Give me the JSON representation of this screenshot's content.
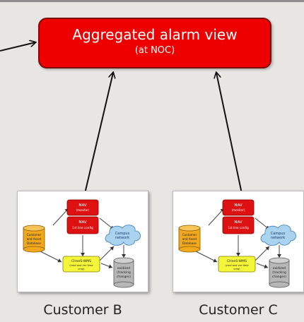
{
  "alarm_view": {
    "title": "Aggregated alarm view",
    "subtitle": "(at NOC)"
  },
  "customer_diagram": {
    "nav_top_label": "NAV",
    "nav_top_sub": "(monitor)",
    "nav_config_label": "NAV",
    "nav_config_sub": "1st line config",
    "db_lines": [
      "Customer",
      "and Asset",
      "Database"
    ],
    "cheeks_lines": [
      "CHeeS-WMS",
      "(cmd and ver time",
      "cmp)"
    ],
    "campus_lines": [
      "Campus",
      "network"
    ],
    "oxidized_lines": [
      "oxidized",
      "(tracking",
      "changes)"
    ]
  },
  "customers": [
    {
      "caption": "Customer B"
    },
    {
      "caption": "Customer C"
    }
  ],
  "colors": {
    "alarm_fill": "#ee0000",
    "nav_red": "#dd1111",
    "db_orange": "#f2a81d",
    "cheeks_yellow": "#f5f53a",
    "cloud_blue": "#a9d3ef",
    "cylinder_gray": "#b7b7b7"
  }
}
